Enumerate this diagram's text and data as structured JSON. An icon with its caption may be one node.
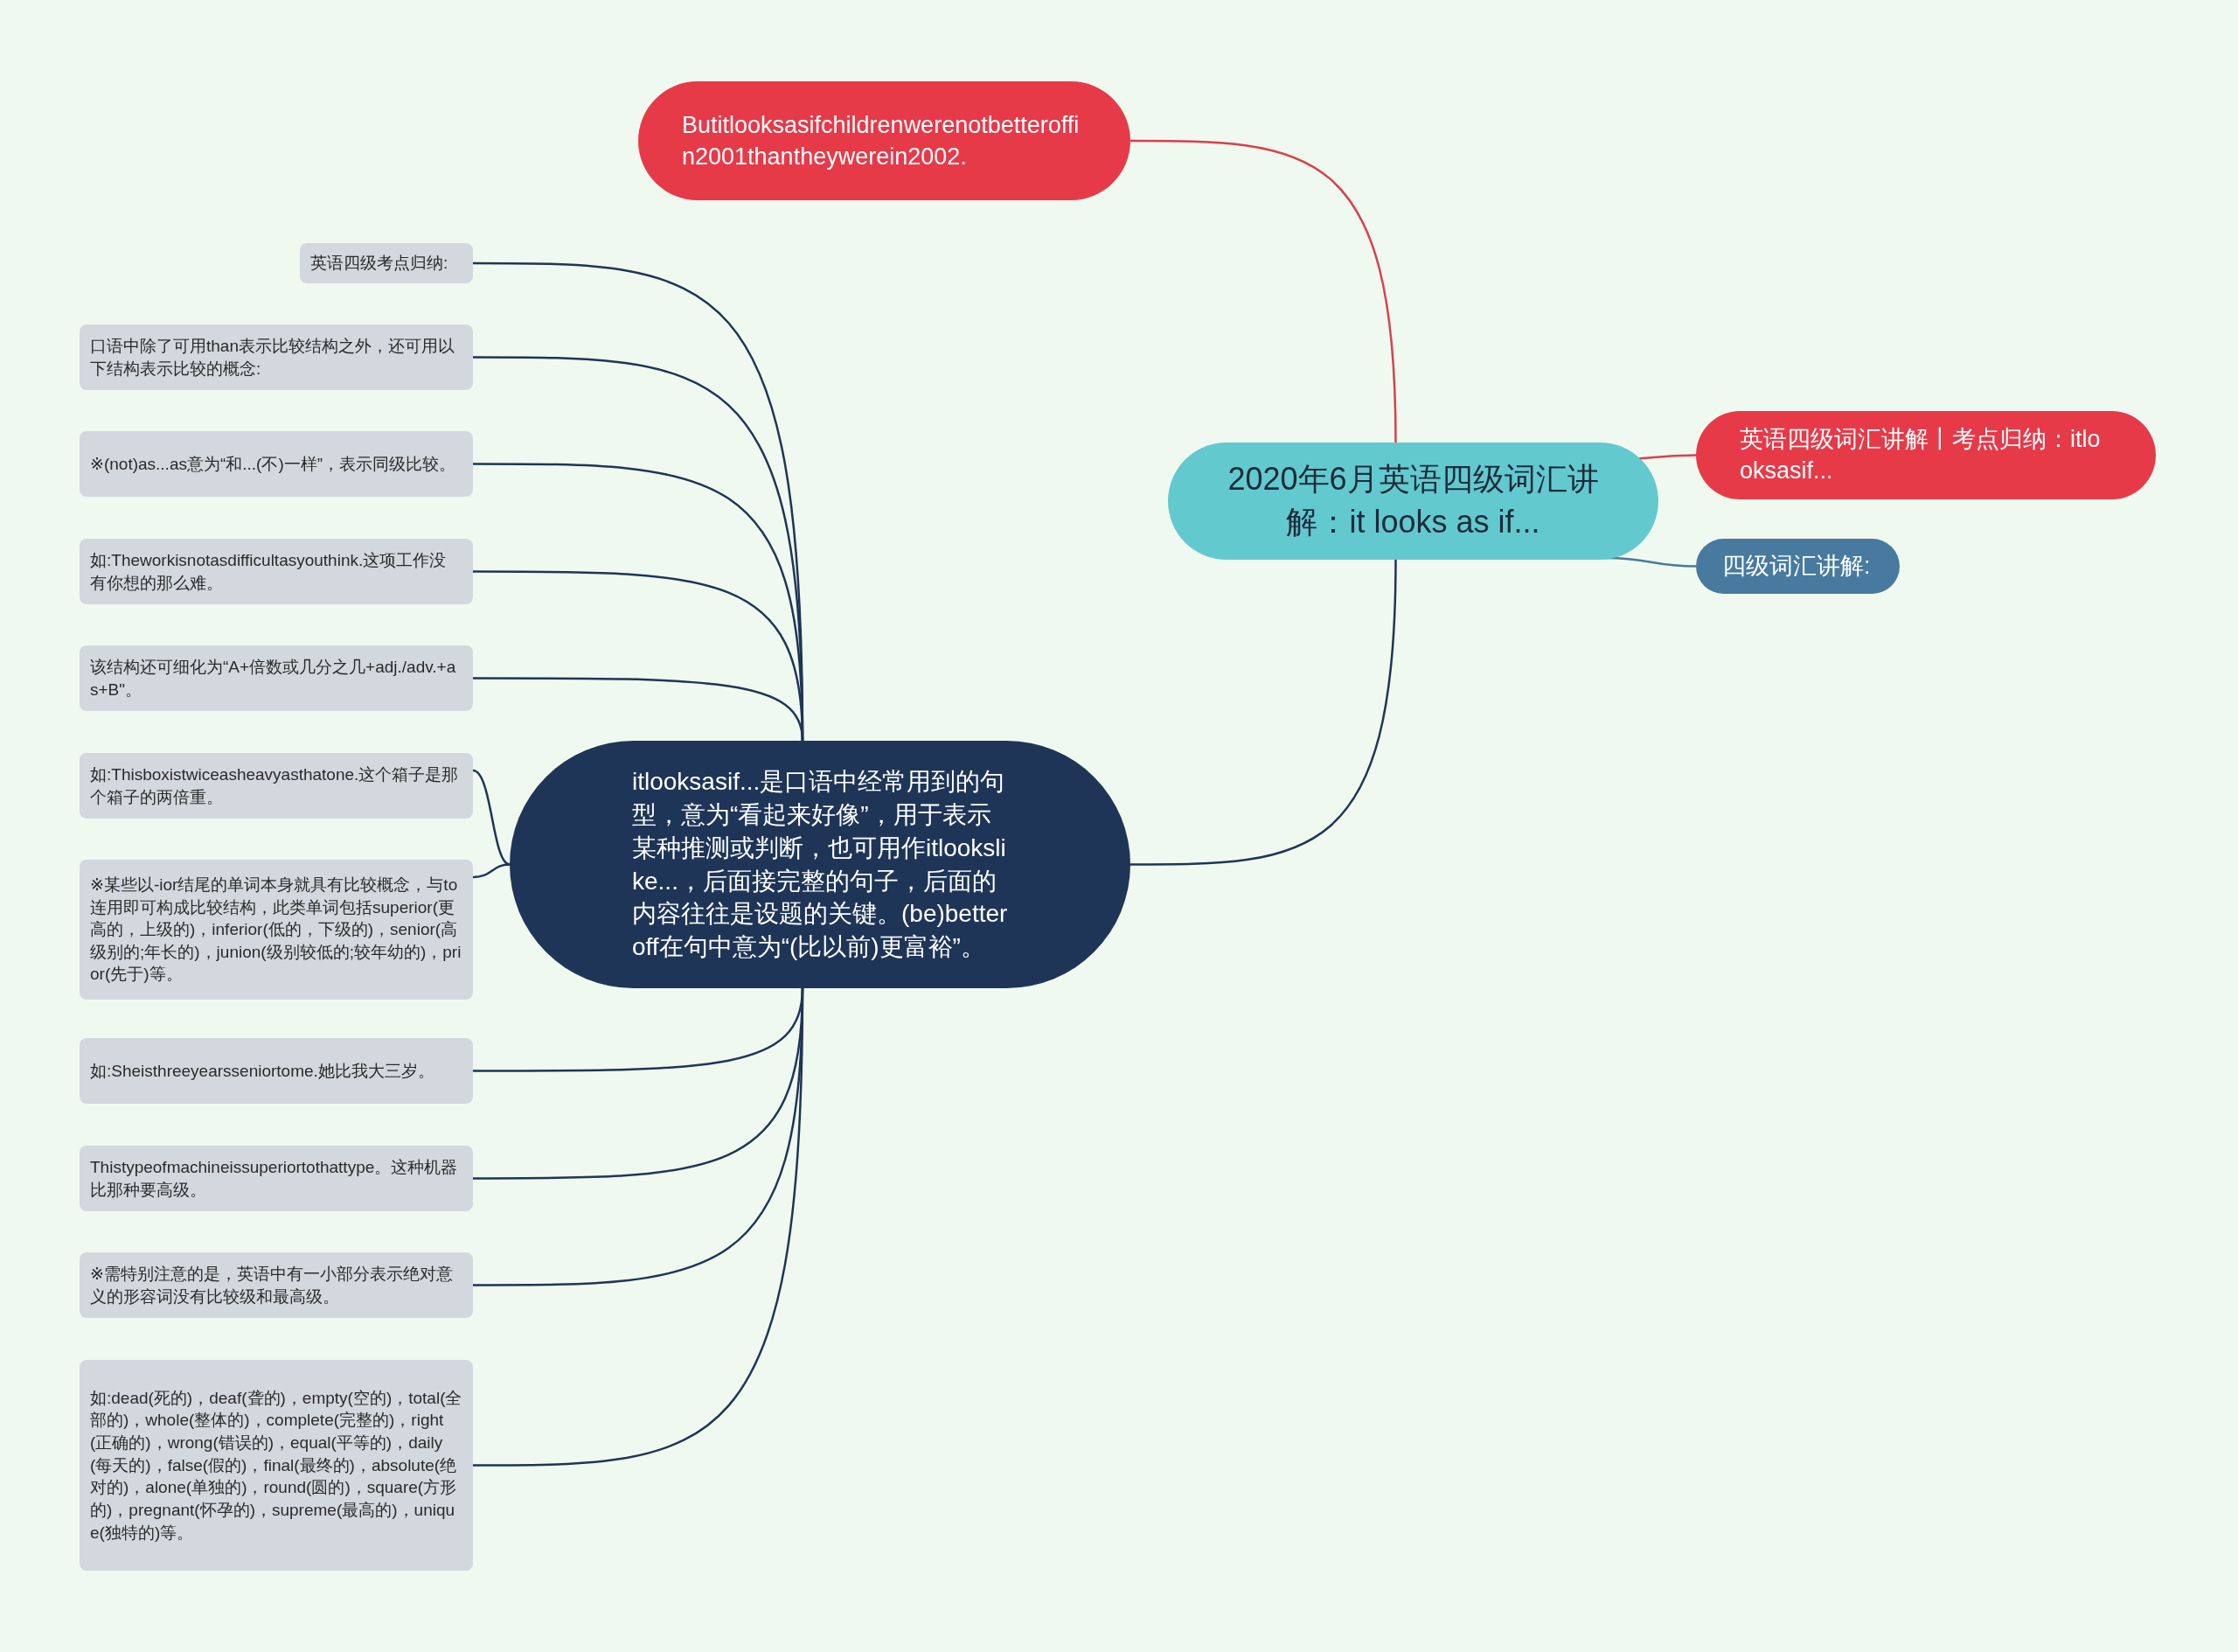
{
  "diagram": {
    "nodes": [
      {
        "text": [
          "2020年6月英语四级词汇讲解：it looks as if..."
        ]
      },
      {
        "text": [
          "Butitlooksasifchildrenwerenotbetteroffin2001thantheywerein2002."
        ]
      },
      {
        "text": [
          "英语四级词汇讲解丨考点归纳：itlooksasif..."
        ]
      },
      {
        "text": [
          "四级词汇讲解:"
        ]
      },
      {
        "text": [
          "itlooksasif...是口语中经常用到的句型，意为“看起来好像”，用于表示某种推测或判断，也可用作itlookslike...，后面接完整的句子，后面的内容往往是设题的关键。(be)betteroff在句中意为“(比以前)更富裕”。"
        ]
      },
      {
        "text": [
          "英语四级考点归纳:"
        ]
      },
      {
        "text": [
          "口语中除了可用than表示比较结构之外，还可用以下结构表示比较的概念:"
        ]
      },
      {
        "text": [
          "※(not)as...as意为“和...(不)一样”，表示同级比较。"
        ]
      },
      {
        "text": [
          "如:Theworkisnotasdifficultasyouthink.这项工作没有你想的那么难。"
        ]
      },
      {
        "text": [
          "该结构还可细化为“A+倍数或几分之几+adj./adv.+as+B\"。"
        ]
      },
      {
        "text": [
          "如:Thisboxistwiceasheavyasthatone.这个箱子是那个箱子的两倍重。"
        ]
      },
      {
        "text": [
          "※某些以-ior结尾的单词本身就具有比较概念，与to连用即可构成比较结构，此类单词包括superior(更高的，上级的)，inferior(低的，下级的)，senior(高级别的;年长的)，junion(级别较低的;较年幼的)，prior(先于)等。"
        ]
      },
      {
        "text": [
          "如:Sheisthreeyearsseniortome.她比我大三岁。"
        ]
      },
      {
        "text": [
          "Thistypeofmachineissuperiortothattype。这种机器比那种要高级。"
        ]
      },
      {
        "text": [
          "※需特别注意的是，英语中有一小部分表示绝对意义的形容词没有比较级和最高级。"
        ]
      },
      {
        "text": [
          "如:dead(死的)，deaf(聋的)，empty(空的)，total(全部的)，whole(整体的)，complete(完整的)，right(正确的)，wrong(错误的)，equal(平等的)，daily(每天的)，false(假的)，final(最终的)，absolute(绝对的)，alone(单独的)，round(圆的)，square(方形的)，pregnant(怀孕的)，supreme(最高的)，unique(独特的)等。"
        ]
      }
    ],
    "edges": [
      {
        "from": 0,
        "to": 1,
        "arrow": "none",
        "color": "#d9404c"
      },
      {
        "from": 0,
        "to": 2,
        "arrow": "none",
        "color": "#d9404c"
      },
      {
        "from": 0,
        "to": 3,
        "arrow": "none",
        "color": "#467a9c"
      },
      {
        "from": 0,
        "to": 4,
        "arrow": "none"
      },
      {
        "from": 4,
        "to": 5,
        "arrow": "none"
      },
      {
        "from": 4,
        "to": 6,
        "arrow": "none"
      },
      {
        "from": 4,
        "to": 7,
        "arrow": "none"
      },
      {
        "from": 4,
        "to": 8,
        "arrow": "none"
      },
      {
        "from": 4,
        "to": 9,
        "arrow": "none"
      },
      {
        "from": 4,
        "to": 10,
        "arrow": "none"
      },
      {
        "from": 4,
        "to": 11,
        "arrow": "none"
      },
      {
        "from": 4,
        "to": 12,
        "arrow": "none"
      },
      {
        "from": 4,
        "to": 13,
        "arrow": "none"
      },
      {
        "from": 4,
        "to": 14,
        "arrow": "none"
      },
      {
        "from": 4,
        "to": 15,
        "arrow": "none"
      }
    ]
  }
}
